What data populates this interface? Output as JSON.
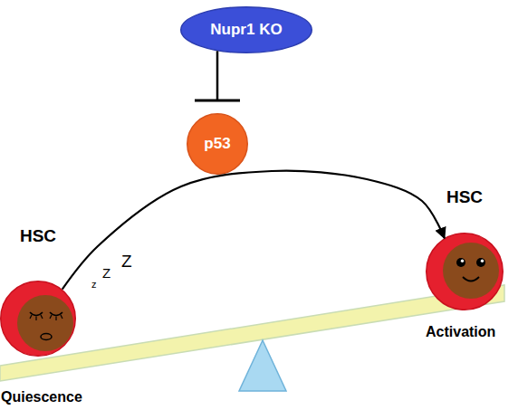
{
  "diagram": {
    "nodes": [
      {
        "text": [
          "Nupr1 KO"
        ]
      },
      {
        "text": [
          "p53"
        ]
      },
      {
        "text": [
          "HSC"
        ]
      },
      {
        "text": [
          "HSC"
        ]
      }
    ],
    "edges": [
      {
        "from": 0,
        "to": 1,
        "arrow": "to"
      },
      {
        "from": 2,
        "to": 3,
        "arrow": "to"
      }
    ],
    "labels": [
      "z",
      "Z",
      "Z",
      "Quiescence",
      "Activation"
    ]
  }
}
